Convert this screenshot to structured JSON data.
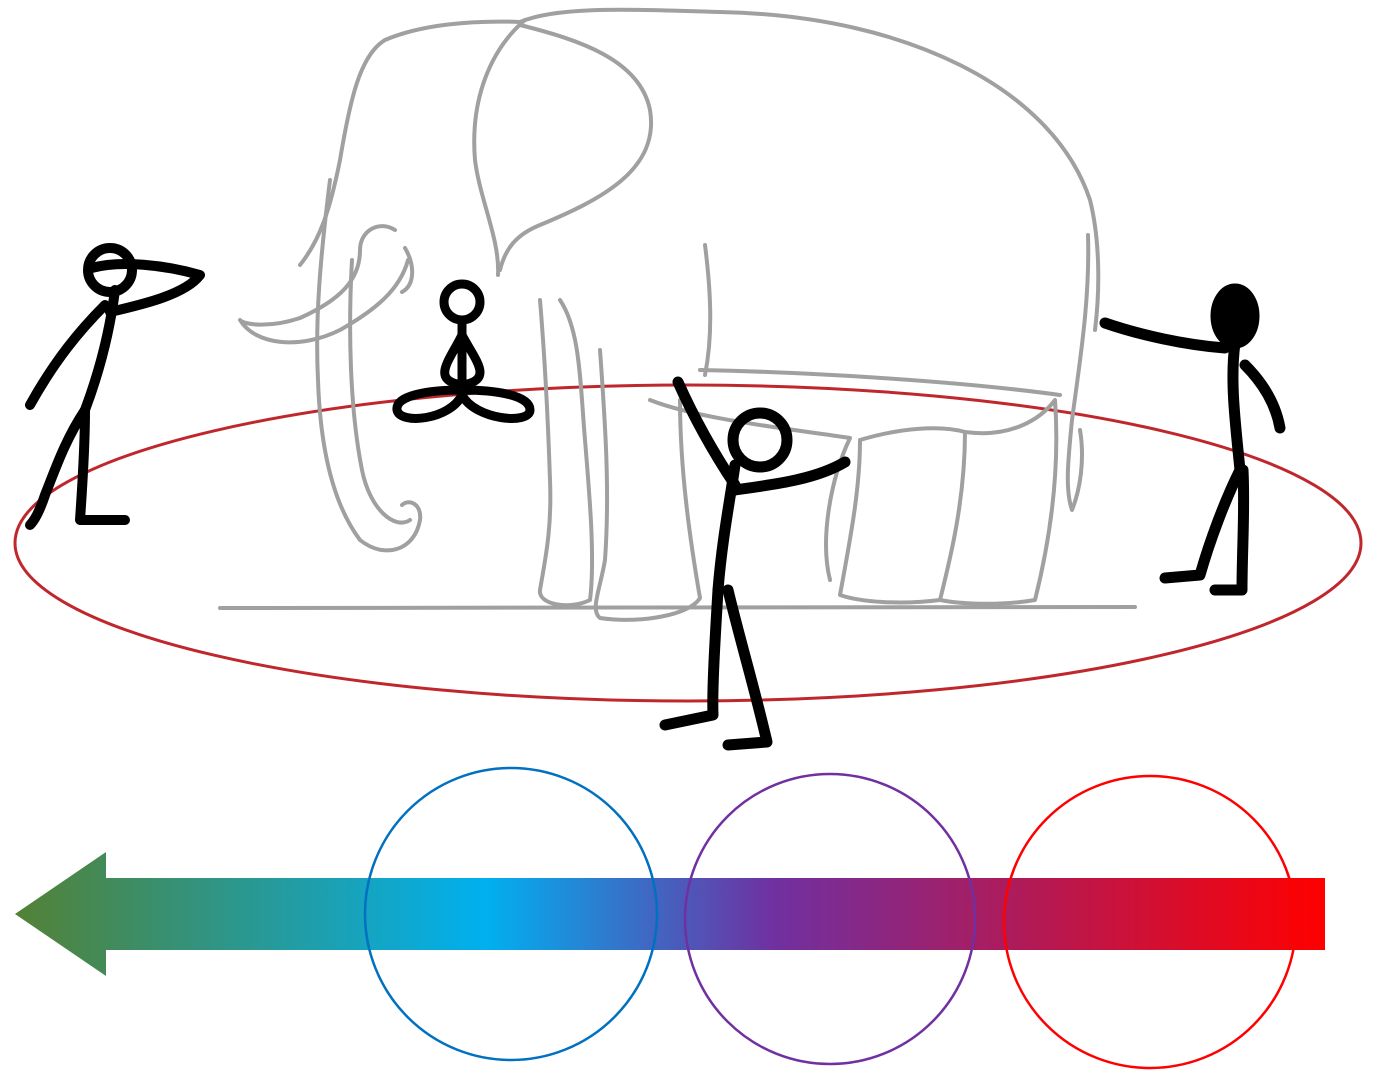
{
  "diagram": {
    "subject_icon": "elephant-outline-icon",
    "figure_icons": [
      "stick-figure-looking-icon",
      "stick-figure-meditating-icon",
      "stick-figure-arms-raised-icon",
      "stick-figure-pointing-icon"
    ],
    "arrow_icon": "gradient-arrow-left-icon",
    "colors": {
      "elephant_outline": "#a0a0a0",
      "figures": "#000000",
      "ring": "#c0272d",
      "arrow_start": "#538135",
      "arrow_cyan": "#00b0f0",
      "arrow_purple": "#7030a0",
      "arrow_end": "#ff0000",
      "circle_blue": "#0070c0",
      "circle_purple": "#7030a0",
      "circle_red": "#ff0000"
    },
    "circles": [
      {
        "name": "blue",
        "color": "#0070c0"
      },
      {
        "name": "purple",
        "color": "#7030a0"
      },
      {
        "name": "red",
        "color": "#ff0000"
      }
    ]
  }
}
